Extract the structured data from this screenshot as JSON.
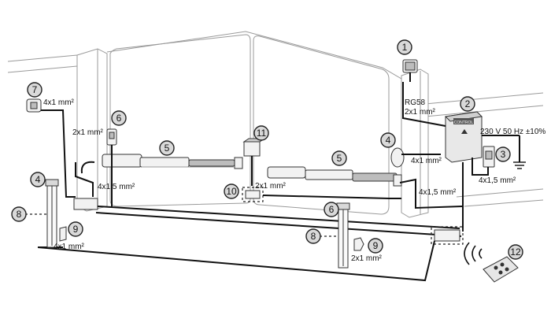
{
  "callouts": [
    "1",
    "2",
    "3",
    "4",
    "4",
    "5",
    "5",
    "6",
    "6",
    "7",
    "8",
    "8",
    "9",
    "9",
    "10",
    "11",
    "12"
  ],
  "labels": {
    "rg58": "RG58",
    "cable_2x1_antenna": "2x1 mm²",
    "cable_4x1_photo_top": "4x1 mm²",
    "cable_2x1_flash": "2x1 mm²",
    "cable_4x1_5_motor_left": "4x1,5 mm²",
    "cable_2x1_lock": "2x1 mm²",
    "cable_4x1_lamp": "4x1 mm²",
    "power_supply": "230 V 50 Hz ±10%",
    "cable_4x1_5_switch": "4x1,5 mm²",
    "cable_4x1_5_motor_right": "4x1,5 mm²",
    "cable_4x1_photo_left": "4x1 mm²",
    "cable_2x1_photo_right": "2x1 mm²"
  },
  "control_unit_brand": "CONTROL"
}
